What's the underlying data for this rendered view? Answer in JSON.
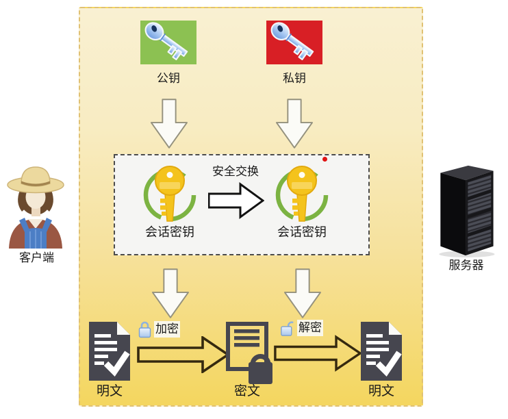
{
  "key_exchange": {
    "public_key_label": "公钥",
    "private_key_label": "私钥"
  },
  "session_box": {
    "secure_exchange_label": "安全交换",
    "client_session_key_label": "会话密钥",
    "server_session_key_label": "会话密钥"
  },
  "message_flow": {
    "plaintext_left_label": "明文",
    "encrypt_label": "加密",
    "ciphertext_label": "密文",
    "decrypt_label": "解密",
    "plaintext_right_label": "明文"
  },
  "actors": {
    "client_label": "客户端",
    "server_label": "服务器"
  },
  "icons": {
    "public_key_icon": "blue-key-on-green-tile",
    "private_key_icon": "blue-key-on-red-tile",
    "session_key_icon": "gold-key-in-green-ring",
    "plaintext_icon": "dark-document-with-checkmark",
    "ciphertext_icon": "outlined-document-with-padlock",
    "encrypt_icon": "closed-blue-padlock",
    "decrypt_icon": "open-blue-padlock",
    "client_icon": "farmer-person-avatar",
    "server_icon": "black-server-rack"
  },
  "colors": {
    "outer_box_top": "#f9f0d2",
    "outer_box_bottom": "#f4d65f",
    "outer_box_border": "#e0c173",
    "inner_box_bg": "#f5f5f3",
    "inner_box_border": "#4c4c4c",
    "public_key_tile": "#8cc152",
    "private_key_tile": "#d81f25",
    "session_key_gold": "#f4c31c",
    "session_ring_green": "#7cb342",
    "document_dark": "#46464f",
    "marker_dot_red": "#e01212"
  }
}
